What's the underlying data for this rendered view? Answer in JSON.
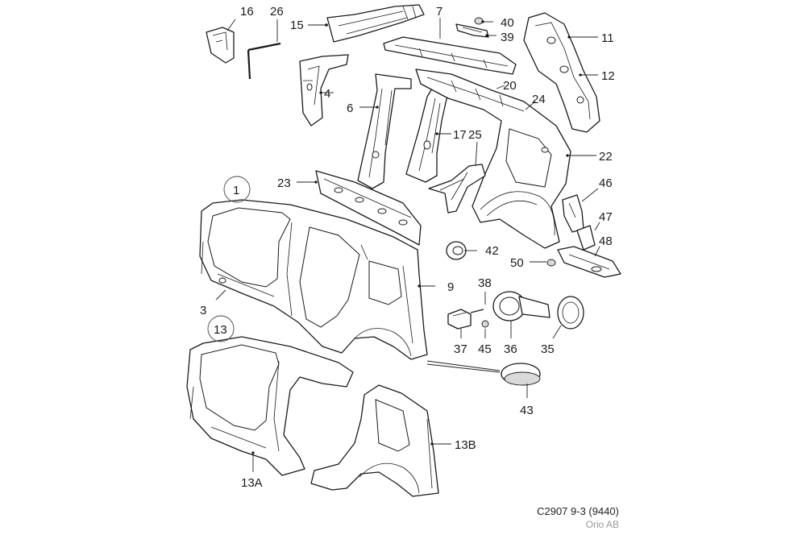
{
  "callouts": {
    "c1": "1",
    "c3": "3",
    "c4": "4",
    "c6": "6",
    "c7": "7",
    "c9": "9",
    "c11": "11",
    "c12": "12",
    "c13": "13",
    "c13A": "13A",
    "c13B": "13B",
    "c15": "15",
    "c16": "16",
    "c17": "17",
    "c20": "20",
    "c22": "22",
    "c23": "23",
    "c24": "24",
    "c25": "25",
    "c26": "26",
    "c35": "35",
    "c36": "36",
    "c37": "37",
    "c38": "38",
    "c39": "39",
    "c40": "40",
    "c42": "42",
    "c43": "43",
    "c45": "45",
    "c46": "46",
    "c47": "47",
    "c48": "48",
    "c50": "50"
  },
  "caption": {
    "drawing_code": "C2907 9-3 (9440)",
    "publisher": "Orio AB"
  }
}
